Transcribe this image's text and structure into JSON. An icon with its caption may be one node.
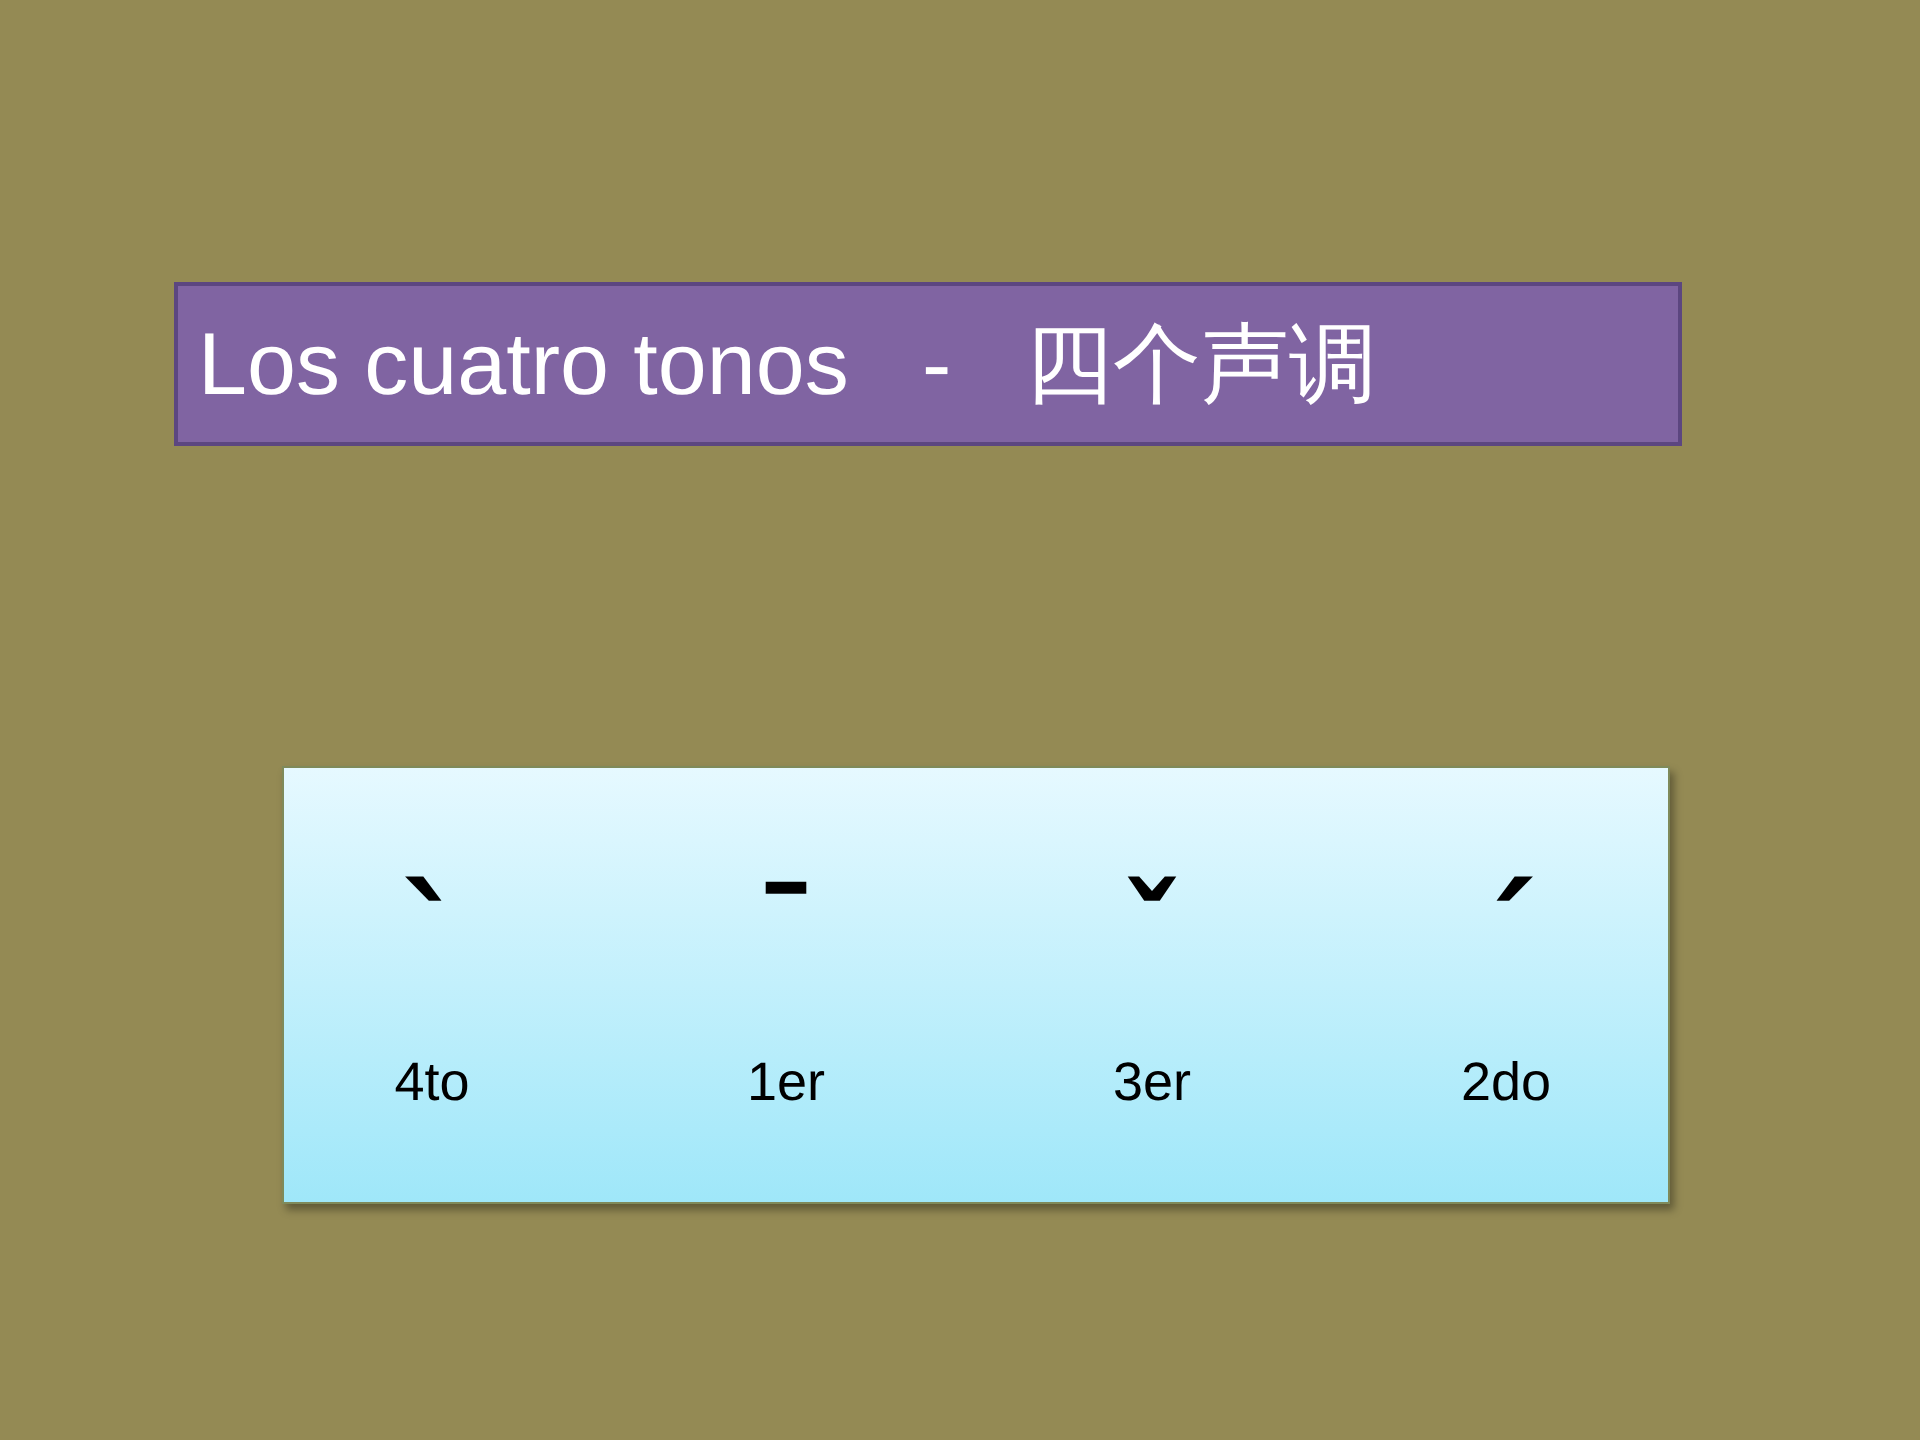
{
  "diagram": {
    "nodes": [
      {
        "text": [
          "Los cuatro tonos   -   四个声调"
        ]
      },
      {
        "text": [
          "ˋ",
          "ˉ",
          "ˇ",
          "ˊ",
          "4to",
          "1er",
          "3er",
          "2do"
        ]
      }
    ]
  }
}
